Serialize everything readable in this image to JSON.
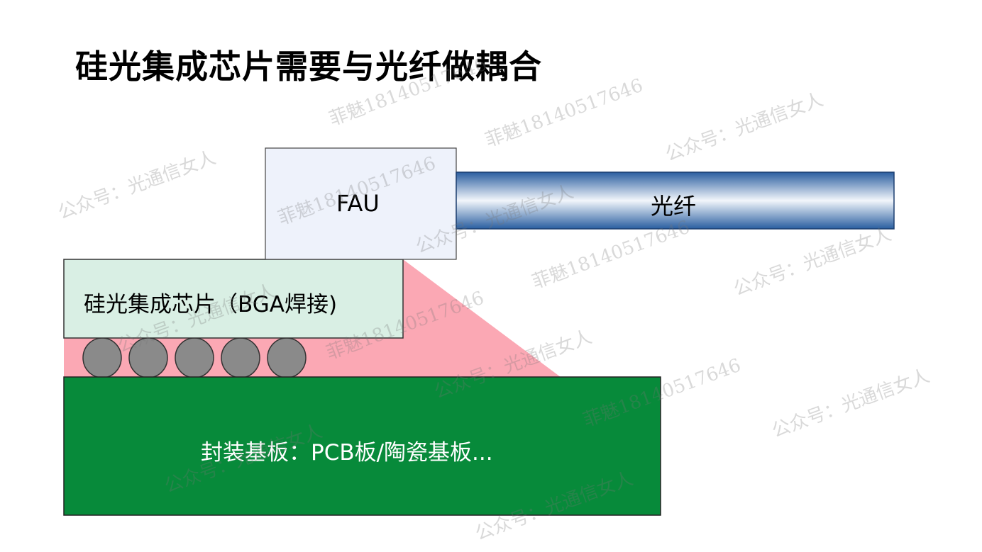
{
  "title": "硅光集成芯片需要与光纤做耦合",
  "labels": {
    "fau": "FAU",
    "fiber": "光纤",
    "chip": "硅光集成芯片（BGA焊接)",
    "substrate": "封装基板：PCB板/陶瓷基板..."
  },
  "watermarks": [
    "公众号：光通信女人",
    "菲魅18140517646"
  ],
  "colors": {
    "fau_fill": "#eef2fb",
    "fiber_blue": "#2a5ea0",
    "chip_fill": "#d9efe4",
    "underfill_pink": "#fba8b4",
    "solder_ball": "#8a8a8a",
    "substrate_green": "#078a3a"
  },
  "solder_ball_count": 5
}
